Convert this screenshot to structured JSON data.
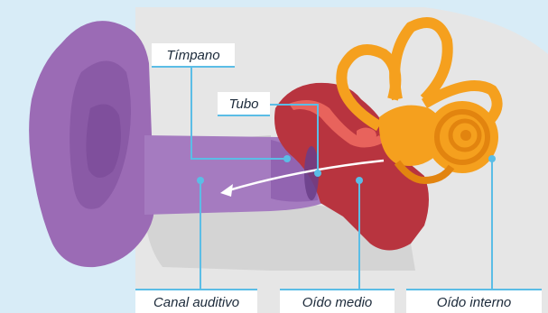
{
  "labels": {
    "timpano": "Tímpano",
    "tubo": "Tubo",
    "canal_auditivo": "Canal auditivo",
    "oido_medio": "Oído medio",
    "oido_interno": "Oído interno"
  },
  "colors": {
    "background": "#d8ecf7",
    "skull": "#e6e6e6",
    "outer_ear": "#9b6bb5",
    "outer_ear_dark": "#7f4f9c",
    "middle_ear": "#b8343f",
    "tube": "#e8635c",
    "inner_ear": "#f5a01e",
    "inner_ear_dark": "#e2840f",
    "leader": "#5bbde6"
  }
}
